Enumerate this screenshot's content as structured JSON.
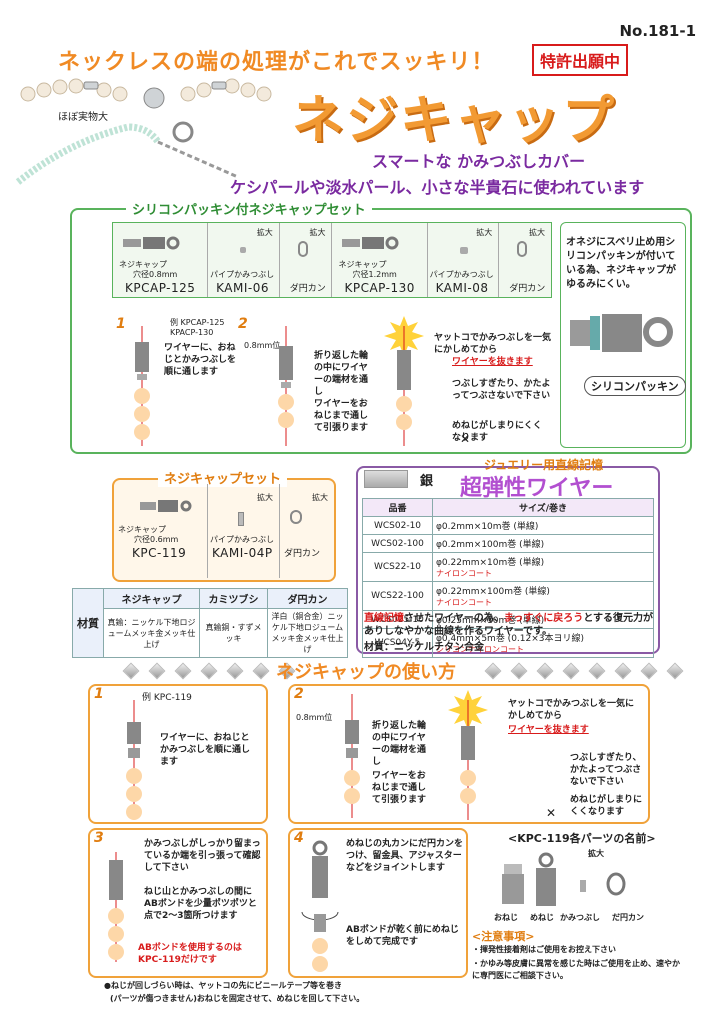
{
  "page_number": "No.181-1",
  "headline": "ネックレスの端の処理がこれでスッキリ！",
  "patent_badge": "特許出願中",
  "necklace_label": "ほぼ実物大",
  "product_title": "ネジキャップ",
  "subtitle1": "スマートな かみつぶしカバー",
  "subtitle2": "ケシパールや淡水パール、小さな半貴石に使われています",
  "silicone_set": {
    "title": "シリコンパッキン付ネジキャップセット",
    "parts": [
      {
        "name": "ネジキャップ",
        "sub": "穴径0.8mm",
        "code": "KPCAP-125"
      },
      {
        "name": "パイプかみつぶし",
        "zoom": "拡大",
        "code": "KAMI-06"
      },
      {
        "name": "ダ円カン",
        "zoom": "拡大",
        "code": ""
      },
      {
        "name": "ネジキャップ",
        "sub": "穴径1.2mm",
        "code": "KPCAP-130"
      },
      {
        "name": "パイプかみつぶし",
        "zoom": "拡大",
        "code": "KAMI-08"
      },
      {
        "name": "ダ円カン",
        "zoom": "拡大",
        "code": ""
      }
    ],
    "side_note": "オネジにスベリ止め用シリコンパッキンが付いている為、ネジキャップがゆるみにくい。",
    "packing_label": "シリコンパッキン",
    "step1_num": "1",
    "step1_example": "例 KPCAP-125\nKPACP-130",
    "step1_text": "ワイヤーに、おねじとかみつぶしを順に通します",
    "step2_num": "2",
    "step2_mm": "0.8mm位",
    "step2_text1": "折り返した輪の中にワイヤーの端材を通し",
    "step2_text2": "ワイヤーをおねじまで通して引張ります",
    "step3_text1": "ヤットコでかみつぶしを一気にかしめてから",
    "step3_text2": "ワイヤーを抜きます",
    "step3_warn1": "つぶしすぎたり、かたよってつぶさないで下さい",
    "step3_warn2": "めねじがしまりにくくなります"
  },
  "kpc_set": {
    "title": "ネジキャップセット",
    "parts": [
      {
        "name": "ネジキャップ",
        "sub": "穴径0.6mm",
        "code": "KPC-119"
      },
      {
        "name": "パイプかみつぶし",
        "zoom": "拡大",
        "code": "KAMI-04P"
      },
      {
        "name": "ダ円カン",
        "zoom": "拡大"
      }
    ]
  },
  "material_table": {
    "row_header": "材質",
    "headers": [
      "ネジキャップ",
      "カミツブシ",
      "ダ円カン"
    ],
    "cells": [
      "真鍮：ニッケル下地ロジュームメッキ金メッキ仕上げ",
      "真鍮銅・すずメッキ",
      "洋白（銅合金）ニッケル下地ロジュームメッキ金メッキ仕上げ"
    ]
  },
  "wire": {
    "color_label": "銀",
    "eyebrow": "ジュエリー用直線記憶",
    "title": "超弾性ワイヤー",
    "headers": [
      "品番",
      "サイズ/巻き"
    ],
    "rows": [
      {
        "code": "WCS02-10",
        "size": "φ0.2mm×10m巻 (単線)",
        "note": ""
      },
      {
        "code": "WCS02-100",
        "size": "φ0.2mm×100m巻 (単線)",
        "note": ""
      },
      {
        "code": "WCS22-10",
        "size": "φ0.22mm×10m巻 (単線)",
        "note": "ナイロンコート"
      },
      {
        "code": "WCS22-100",
        "size": "φ0.22mm×100m巻 (単線)",
        "note": "ナイロンコート"
      },
      {
        "code": "WCS025-10",
        "size": "φ0.25mm×10m巻 (単線)",
        "note": ""
      },
      {
        "code": "WCS04Y-5",
        "size": "φ0.4mm×5m巻 (0.12×3本ヨリ線)",
        "note": "シリコンナイロンコート"
      }
    ],
    "desc_red1": "直線記憶",
    "desc_a": "させたワイヤーの為、",
    "desc_red2": "まっすぐに戻ろう",
    "desc_b": "とする復元力がありしなやかな曲線を作るワイヤーです。",
    "material": "材質：ニッケルチタン合金"
  },
  "usage": {
    "title": "ネジキャップの使い方",
    "step1_num": "1",
    "step1_example": "例 KPC-119",
    "step1_text": "ワイヤーに、おねじとかみつぶしを順に通します",
    "step2_num": "2",
    "step2_mm": "0.8mm位",
    "step2_text1": "折り返した輪の中にワイヤーの端材を通し",
    "step2_text2": "ワイヤーをおねじまで通して引張ります",
    "step2_text3": "ヤットコでかみつぶしを一気にかしめてから",
    "step2_text4": "ワイヤーを抜きます",
    "step2_warn1": "つぶしすぎたり、かたよってつぶさないで下さい",
    "step2_warn2": "めねじがしまりにくくなります",
    "step3_num": "3",
    "step3_text1": "かみつぶしがしっかり留まっているか端を引っ張って確認して下さい",
    "step3_text2": "ねじ山とかみつぶしの間にABボンドを少量ポツポツと点で2～3箇所つけます",
    "step3_red": "ABボンドを使用するのはKPC-119だけです",
    "step4_num": "4",
    "step4_text1": "めねじの丸カンにだ円カンをつけ、留金具、アジャスターなどをジョイントします",
    "step4_text2": "ABボンドが乾く前にめねじをしめて完成です",
    "parts_title": "<KPC-119各パーツの名前>",
    "parts_zoom": "拡大",
    "parts_names": [
      "おねじ",
      "めねじ",
      "かみつぶし",
      "だ円カン"
    ],
    "caution_title": "<注意事項>",
    "caution1": "・揮発性接着剤はご使用をお控え下さい",
    "caution2": "・かゆみ等皮膚に異常を感じた時はご使用を止め、速やかに専門医にご相談下さい。",
    "footer1": "●ねじが回しづらい時は、ヤットコの先にビニールテープ等を巻き",
    "footer2": "(パーツが傷つきません)おねじを固定させて、めねじを回して下さい。"
  }
}
